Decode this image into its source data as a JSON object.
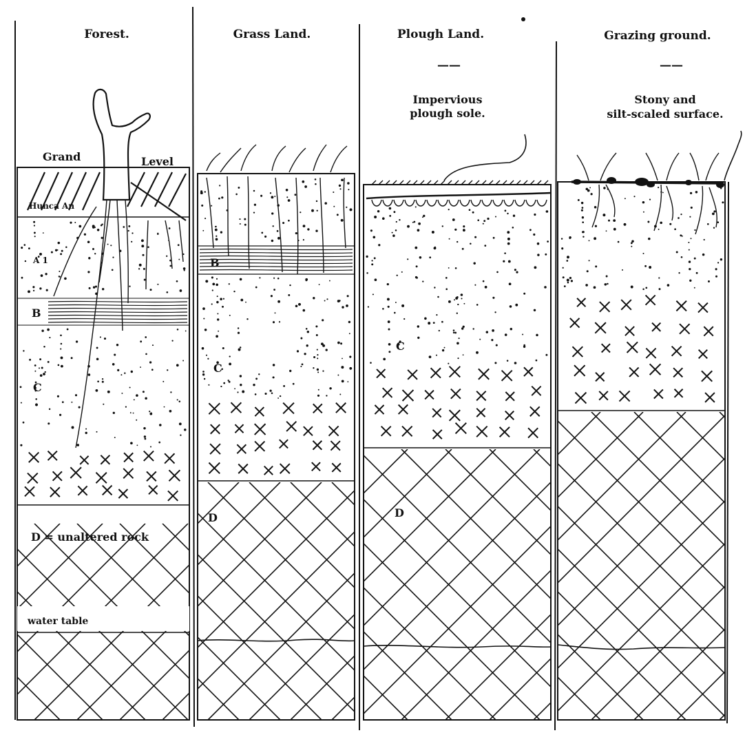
{
  "columns": [
    {
      "title": "Forest.",
      "labels": {
        "ground_left": "Grand",
        "ground_right": "Level",
        "humus": "Hunca An",
        "a1": "A 1",
        "b": "B",
        "c": "C",
        "d": "D = unaltered rock",
        "water": "water table"
      }
    },
    {
      "title": "Grass Land.",
      "labels": {
        "b": "B",
        "c": "C",
        "d": "D"
      }
    },
    {
      "title": "Plough Land.",
      "dash": "——",
      "note": [
        "Impervious",
        "plough sole."
      ],
      "labels": {
        "c": "C",
        "d": "D"
      }
    },
    {
      "title": "Grazing ground.",
      "dash": "——",
      "note": [
        "Stony and",
        "silt-scaled surface."
      ]
    }
  ]
}
